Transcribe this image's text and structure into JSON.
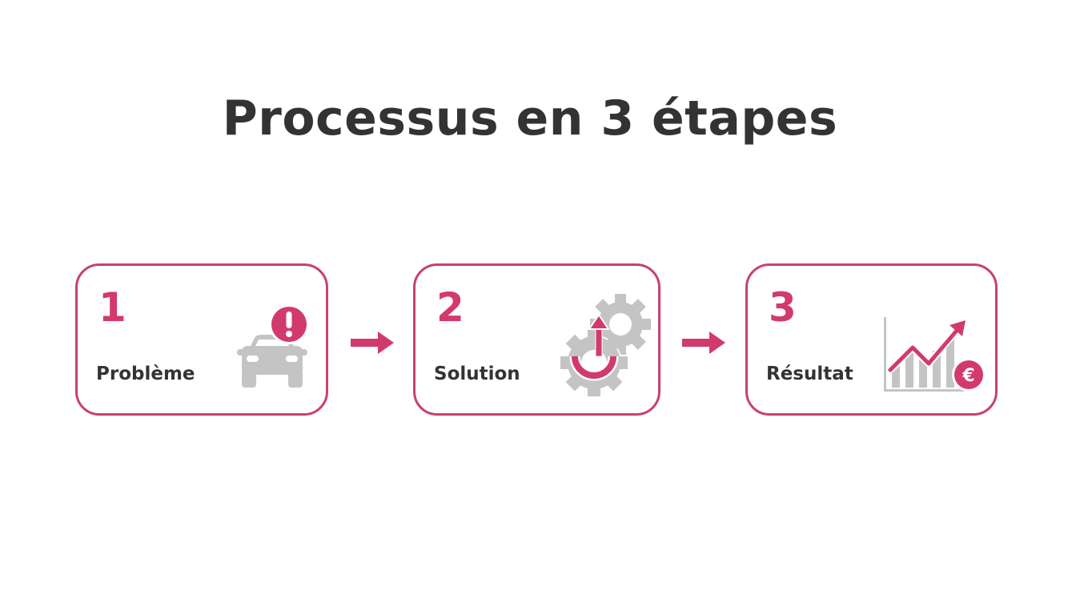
{
  "title": "Processus en 3 étapes",
  "colors": {
    "accent": "#d23a6b",
    "border": "#c9406e",
    "text": "#333335",
    "icon_gray": "#c4c4c4",
    "background": "#ffffff"
  },
  "steps": [
    {
      "number": "1",
      "label": "Problème",
      "icon": "car-warning-icon"
    },
    {
      "number": "2",
      "label": "Solution",
      "icon": "gears-arrow-icon"
    },
    {
      "number": "3",
      "label": "Résultat",
      "icon": "chart-growth-euro-icon"
    }
  ],
  "connectors": [
    {
      "icon": "arrow-right-icon"
    },
    {
      "icon": "arrow-right-icon"
    }
  ]
}
